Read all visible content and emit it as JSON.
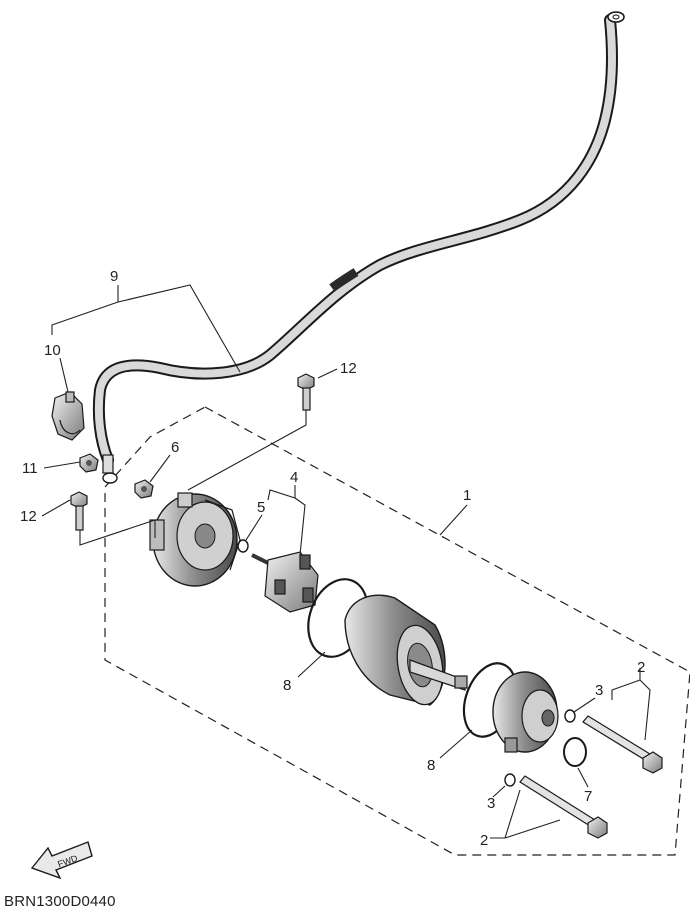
{
  "diagram": {
    "drawing_code": "BRN1300D0440",
    "fwd_label": "FWD",
    "callouts": {
      "c1": "1",
      "c2a": "2",
      "c2b": "2",
      "c3a": "3",
      "c3b": "3",
      "c4": "4",
      "c5": "5",
      "c6": "6",
      "c7": "7",
      "c8a": "8",
      "c8b": "8",
      "c9": "9",
      "c10": "10",
      "c11": "11",
      "c12a": "12",
      "c12b": "12"
    }
  }
}
